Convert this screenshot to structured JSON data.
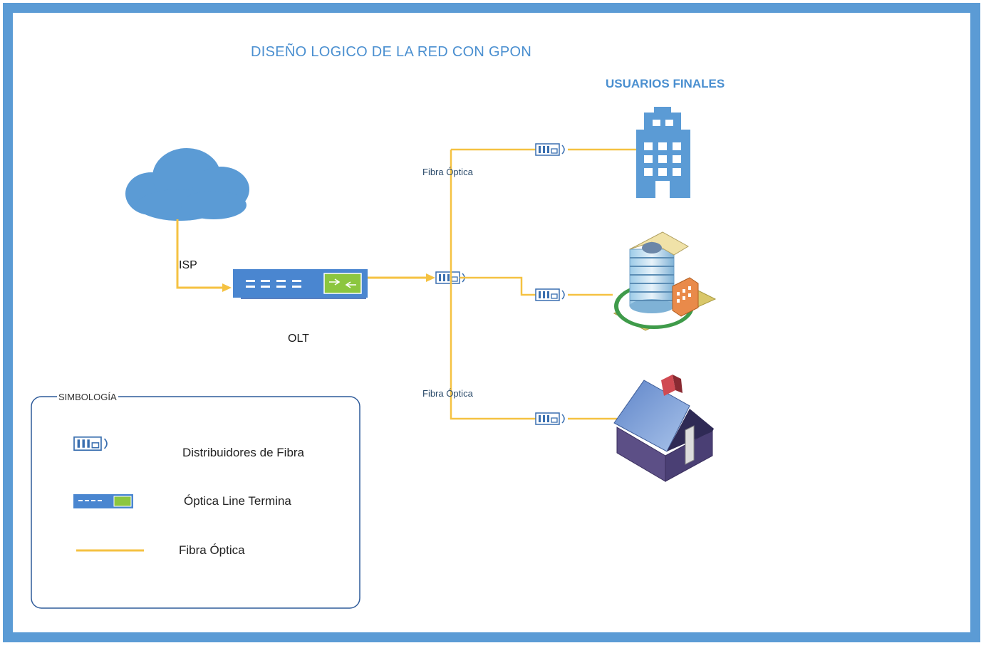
{
  "diagram": {
    "title": "DISEÑO LOGICO DE LA RED CON GPON",
    "end_users_heading": "USUARIOS FINALES",
    "isp_label": "ISP",
    "olt_label": "OLT",
    "fiber_labels": [
      "Fibra Óptica",
      "Fibra Óptica"
    ]
  },
  "legend": {
    "title": "SIMBOLOGÍA",
    "items": [
      {
        "icon": "fiber-distributor-icon",
        "label": "Distribuidores de Fibra"
      },
      {
        "icon": "olt-device-icon",
        "label": "Óptica Line Termina"
      },
      {
        "icon": "fiber-line-icon",
        "label": "Fibra Óptica"
      }
    ]
  },
  "colors": {
    "frame": "#5b9bd5",
    "fiber": "#f5c242",
    "accent_blue": "#4a8fd0",
    "olt_green": "#8cc63f"
  }
}
